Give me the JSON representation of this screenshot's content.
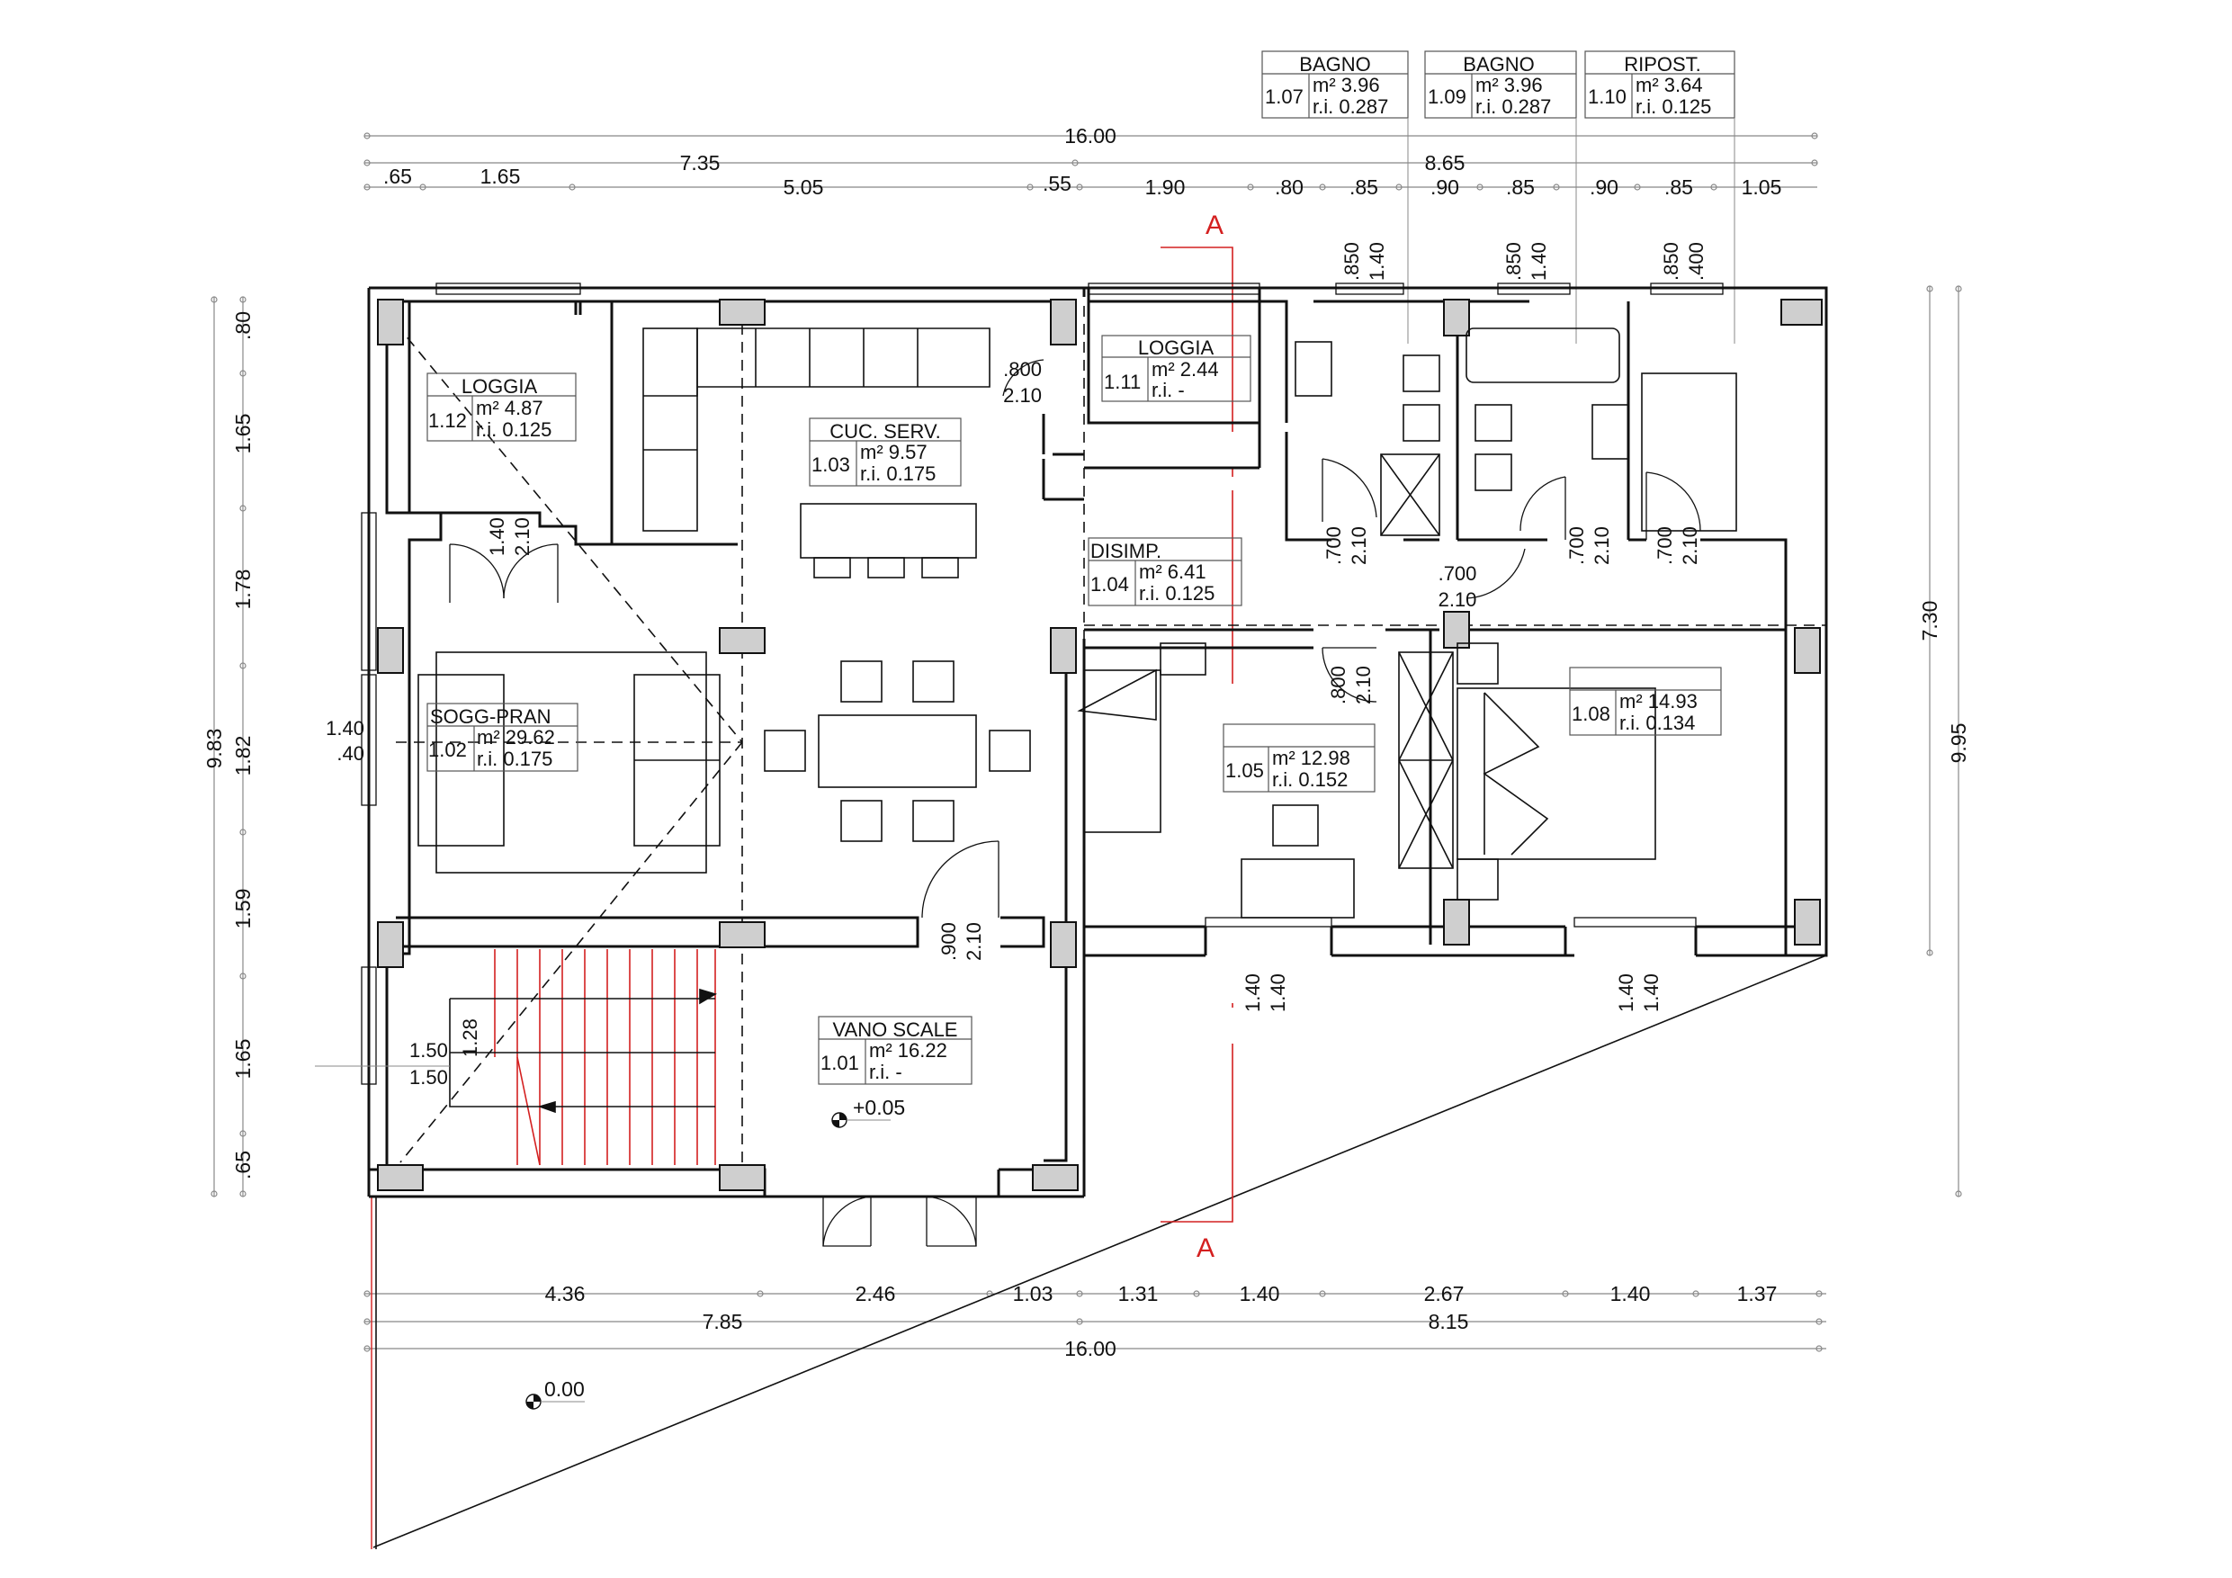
{
  "top_room_tags": [
    {
      "name": "BAGNO",
      "code": "1.07",
      "area": "m² 3.96",
      "ri": "r.i. 0.287"
    },
    {
      "name": "BAGNO",
      "code": "1.09",
      "area": "m² 3.96",
      "ri": "r.i. 0.287"
    },
    {
      "name": "RIPOST.",
      "code": "1.10",
      "area": "m² 3.64",
      "ri": "r.i. 0.125"
    }
  ],
  "room_tags": [
    {
      "name": "LOGGIA",
      "code": "1.12",
      "area": "m² 4.87",
      "ri": "r.i. 0.125"
    },
    {
      "name": "CUC. SERV.",
      "code": "1.03",
      "area": "m² 9.57",
      "ri": "r.i. 0.175"
    },
    {
      "name": "LOGGIA",
      "code": "1.11",
      "area": "m² 2.44",
      "ri": "r.i. -"
    },
    {
      "name": "DISIMP.",
      "code": "1.04",
      "area": "m² 6.41",
      "ri": "r.i. 0.125"
    },
    {
      "name": "SOGG-PRAN",
      "code": "1.02",
      "area": "m² 29.62",
      "ri": "r.i. 0.175"
    },
    {
      "name": "",
      "code": "1.05",
      "area": "m² 12.98",
      "ri": "r.i. 0.152"
    },
    {
      "name": "",
      "code": "1.08",
      "area": "m² 14.93",
      "ri": "r.i. 0.134"
    },
    {
      "name": "VANO SCALE",
      "code": "1.01",
      "area": "m² 16.22",
      "ri": "r.i. -"
    }
  ],
  "top_dimensions": {
    "total": "16.00",
    "row2": [
      "7.35",
      "8.65"
    ],
    "row3": [
      ".65",
      "1.65",
      "5.05",
      ".55",
      "1.90",
      ".80",
      ".85",
      ".90",
      ".85",
      ".90",
      ".85",
      "1.05"
    ]
  },
  "bottom_dimensions": {
    "row1": [
      "4.36",
      "2.46",
      "1.03",
      "1.31",
      "1.40",
      "2.67",
      "1.40",
      "1.37"
    ],
    "row2": [
      "7.85",
      "8.15"
    ],
    "total": "16.00"
  },
  "left_dimensions": {
    "segments": [
      ".80",
      "1.65",
      "1.78",
      "1.82",
      "1.59",
      "1.65",
      ".65"
    ],
    "total": "9.83"
  },
  "right_dimensions": {
    "inner": "7.30",
    "outer": "9.95"
  },
  "opening_labels": [
    {
      "w": ".850",
      "h": "1.40"
    },
    {
      "w": ".850",
      "h": "1.40"
    },
    {
      "w": ".850",
      "h": ".400"
    },
    {
      "w": ".800",
      "h": "2.10"
    },
    {
      "w": "1.40",
      "h": "2.10"
    },
    {
      "w": ".700",
      "h": "2.10"
    },
    {
      "w": ".700",
      "h": "2.10"
    },
    {
      "w": ".700",
      "h": "2.10"
    },
    {
      "w": ".700",
      "h": "2.10"
    },
    {
      "w": ".800",
      "h": "2.10"
    },
    {
      "w": "1.40",
      "h": "1.40"
    },
    {
      "w": ".900",
      "h": "2.10"
    },
    {
      "w": "1.40",
      "h": "1.40"
    },
    {
      "w": "1.40",
      "h": ".40"
    },
    {
      "w": "1.50",
      "h": "1.50"
    },
    {
      "w": "1.28",
      "h": ""
    }
  ],
  "section_marks": [
    "A",
    "A"
  ],
  "levels": [
    "+0.05",
    "0.00"
  ],
  "colors": {
    "line": "#111111",
    "dim": "#777777",
    "section": "#d42020",
    "stairs": "#d42020",
    "column": "#cfcfcf"
  }
}
